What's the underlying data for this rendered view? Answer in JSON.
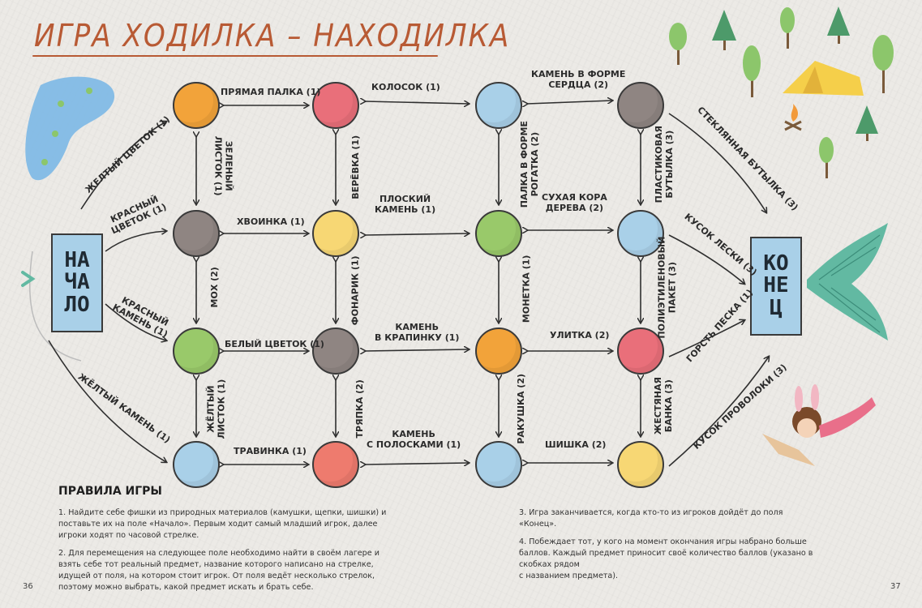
{
  "title": "ИГРА ХОДИЛКА – НАХОДИЛКА",
  "start_label": [
    "НА",
    "ЧА",
    "ЛО"
  ],
  "end_label": [
    "КО",
    "НЕ",
    "Ц"
  ],
  "nodes": [
    {
      "id": "c1r1",
      "color": "#f2a33a"
    },
    {
      "id": "c2r1",
      "color": "#e96f7a"
    },
    {
      "id": "c3r1",
      "color": "#a9d0e8"
    },
    {
      "id": "c4r1",
      "color": "#8f8582"
    },
    {
      "id": "c1r2",
      "color": "#8f8582"
    },
    {
      "id": "c2r2",
      "color": "#f7d774"
    },
    {
      "id": "c3r2",
      "color": "#99c96a"
    },
    {
      "id": "c4r2",
      "color": "#a9d0e8"
    },
    {
      "id": "c1r3",
      "color": "#99c96a"
    },
    {
      "id": "c2r3",
      "color": "#8f8582"
    },
    {
      "id": "c3r3",
      "color": "#f2a33a"
    },
    {
      "id": "c4r3",
      "color": "#e96f7a"
    },
    {
      "id": "c1r4",
      "color": "#a9d0e8"
    },
    {
      "id": "c2r4",
      "color": "#ee7b6e"
    },
    {
      "id": "c3r4",
      "color": "#a9d0e8"
    },
    {
      "id": "c4r4",
      "color": "#f7d774"
    }
  ],
  "labels": {
    "start_r1": "ЖЕЛТЫЙ ЦВЕТОК (1)",
    "start_r2": "КРАСНЫЙ\nЦВЕТОК (1)",
    "start_r3": "КРАСНЫЙ\nКАМЕНЬ (1)",
    "start_r4": "ЖЁЛТЫЙ КАМЕНЬ (1)",
    "h_r1_1": "ПРЯМАЯ ПАЛКА (1)",
    "h_r1_2": "КОЛОСОК (1)",
    "h_r1_3": "КАМЕНЬ В ФОРМЕ\nСЕРДЦА (2)",
    "h_r2_1": "ХВОИНКА (1)",
    "h_r2_2": "ПЛОСКИЙ\nКАМЕНЬ (1)",
    "h_r2_3": "СУХАЯ КОРА\nДЕРЕВА (2)",
    "h_r3_1": "БЕЛЫЙ ЦВЕТОК (1)",
    "h_r3_2": "КАМЕНЬ\nВ КРАПИНКУ (1)",
    "h_r3_3": "УЛИТКА (2)",
    "h_r4_1": "ТРАВИНКА (1)",
    "h_r4_2": "КАМЕНЬ\nС ПОЛОСКАМИ (1)",
    "h_r4_3": "ШИШКА (2)",
    "v_c1_1": "ЗЕЛЕНЫЙ\nЛИСТОК (1)",
    "v_c1_2": "МОХ (2)",
    "v_c1_3": "ЖЁЛТЫЙ\nЛИСТОК (1)",
    "v_c2_1": "ВЕРЁВКА (1)",
    "v_c2_2": "ФОНАРИК (1)",
    "v_c2_3": "ТРЯПКА (2)",
    "v_c3_1": "ПАЛКА В ФОРМЕ\nРОГАТКА (2)",
    "v_c3_2": "МОНЕТКА (1)",
    "v_c3_3": "РАКУШКА (2)",
    "v_c4_1": "ПЛАСТИКОВАЯ\nБУТЫЛКА (3)",
    "v_c4_2": "ПОЛИЭТИЛЕНОВЫЙ\nПАКЕТ (3)",
    "v_c4_3": "ЖЕСТЯНАЯ\nБАНКА (3)",
    "end_r1": "СТЕКЛЯННАЯ БУТЫЛКА (3)",
    "end_r2": "КУСОК ЛЕСКИ (3)",
    "end_r3": "ГОРСТЬ ПЕСКА (1)",
    "end_r4": "КУСОК ПРОВОЛОКИ (3)"
  },
  "rules": {
    "heading": "ПРАВИЛА ИГРЫ",
    "r1": "1. Найдите себе фишки из природных материалов (камушки, щепки, шишки) и поставьте их на поле «Начало». Первым ходит самый младший игрок, далее игроки ходят по часовой стрелке.",
    "r2": "2. Для перемещения на следующее поле необходимо найти в своём лагере и взять себе тот реальный предмет, название которого написано на стрелке, идущей от поля, на котором стоит игрок. От поля ведёт несколько стрелок, поэтому можно выбрать, какой предмет искать и брать себе.",
    "r3": "3. Игра заканчивается, когда кто-то из игроков дойдёт до поля «Конец».",
    "r4": "4. Побеждает тот, у кого на момент окончания игры набрано больше баллов. Каждый предмет приносит своё количество баллов (указано в скобках рядом\nс названием предмета)."
  },
  "page_left": "36",
  "page_right": "37"
}
